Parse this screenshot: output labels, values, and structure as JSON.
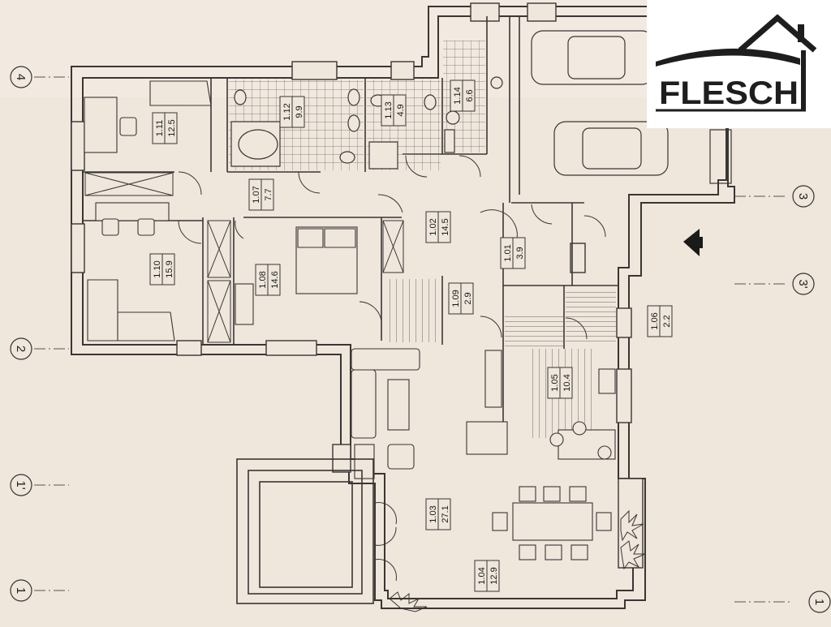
{
  "logo": {
    "text": "FLESCH"
  },
  "axes": [
    {
      "id": "axis-4",
      "label": "4"
    },
    {
      "id": "axis-3",
      "label": "3"
    },
    {
      "id": "axis-3p",
      "label": "3'"
    },
    {
      "id": "axis-2",
      "label": "2"
    },
    {
      "id": "axis-1p",
      "label": "1'"
    },
    {
      "id": "axis-1-left",
      "label": "1"
    },
    {
      "id": "axis-1-right",
      "label": "1"
    }
  ],
  "rooms": [
    {
      "number": "1.11",
      "area": "12.5"
    },
    {
      "number": "1.12",
      "area": "9.9"
    },
    {
      "number": "1.13",
      "area": "4.9"
    },
    {
      "number": "1.14",
      "area": "6.6"
    },
    {
      "number": "1.07",
      "area": "7.7"
    },
    {
      "number": "1.02",
      "area": "14.5"
    },
    {
      "number": "1.01",
      "area": "3.9"
    },
    {
      "number": "1.10",
      "area": "15.9"
    },
    {
      "number": "1.08",
      "area": "14.6"
    },
    {
      "number": "1.09",
      "area": "2.9"
    },
    {
      "number": "1.06",
      "area": "2.2"
    },
    {
      "number": "1.05",
      "area": "10.4"
    },
    {
      "number": "1.03",
      "area": "27.1"
    },
    {
      "number": "1.04",
      "area": "12.9"
    }
  ],
  "colors": {
    "paper": "#efe6dc",
    "ink": "#3a3634",
    "wall_fill": "#d8d2cb",
    "logo_text": "#1e1e1e",
    "logo_box": "#ffffff"
  }
}
